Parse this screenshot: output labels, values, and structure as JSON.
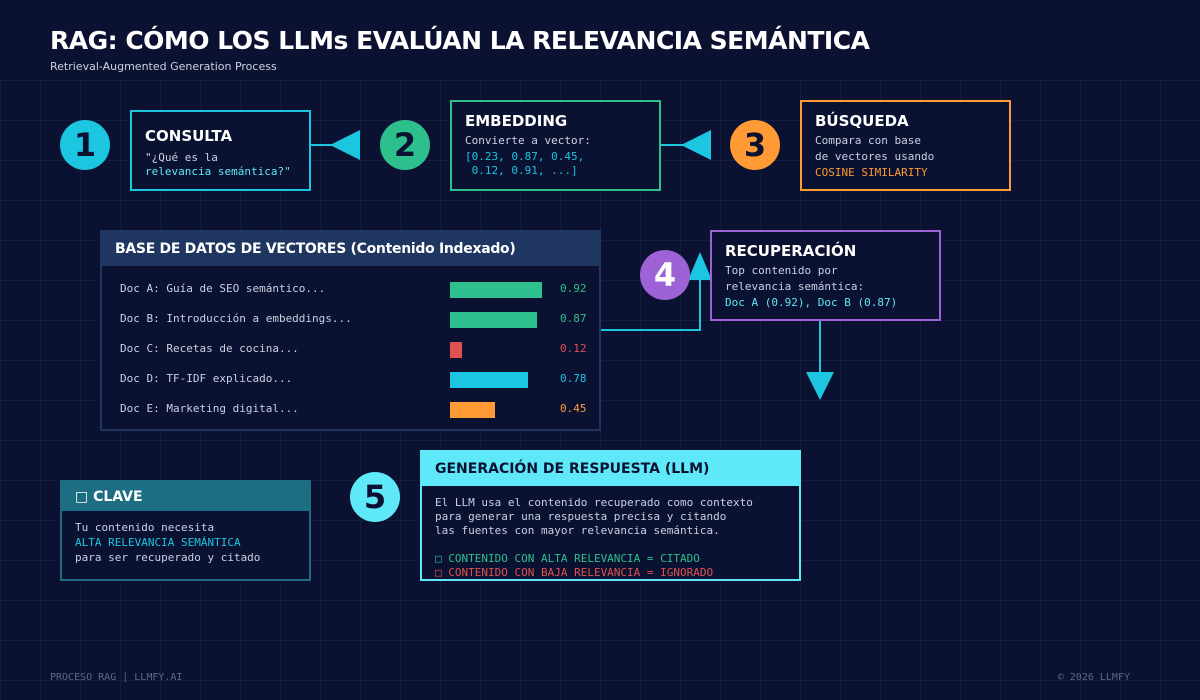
{
  "header": {
    "title": "RAG: CÓMO LOS LLMs EVALÚAN LA RELEVANCIA SEMÁNTICA",
    "subtitle": "Retrieval-Augmented Generation Process"
  },
  "colors": {
    "cyan": "#1cc5e0",
    "green": "#2dc08d",
    "orange": "#ff9a35",
    "purple": "#9d63d6",
    "red": "#e05252",
    "light_cyan": "#5fe8f8",
    "teal_header": "#1d6e82",
    "navy_header": "#1f3660"
  },
  "steps": {
    "consulta": {
      "number": "1",
      "title": "CONSULTA",
      "line1": "\"¿Qué es la",
      "line2": "relevancia semántica?\""
    },
    "embedding": {
      "number": "2",
      "title": "EMBEDDING",
      "line1": "Convierte a vector:",
      "line2": "[0.23, 0.87, 0.45,",
      "line3": " 0.12, 0.91, ...]"
    },
    "busqueda": {
      "number": "3",
      "title": "BÚSQUEDA",
      "line1": "Compara con base",
      "line2": "de vectores usando",
      "line3": "COSINE SIMILARITY"
    },
    "recuperacion": {
      "number": "4",
      "title": "RECUPERACIÓN",
      "line1": "Top contenido por",
      "line2": "relevancia semántica:",
      "line3": "Doc A (0.92), Doc B (0.87)"
    },
    "generacion": {
      "number": "5",
      "title": "GENERACIÓN DE RESPUESTA (LLM)",
      "line1": "El LLM usa el contenido recuperado como contexto",
      "line2": "para generar una respuesta precisa y citando",
      "line3": "las fuentes con mayor relevancia semántica.",
      "high": "□ CONTENIDO CON ALTA RELEVANCIA = CITADO",
      "low": "□ CONTENIDO CON BAJA RELEVANCIA = IGNORADO"
    }
  },
  "database": {
    "title": "BASE DE DATOS DE VECTORES (Contenido Indexado)",
    "rows": [
      {
        "label": "Doc A: Guía de SEO semántico...",
        "score": 0.92,
        "score_text": "0.92",
        "color": "#2dc08d"
      },
      {
        "label": "Doc B: Introducción a embeddings...",
        "score": 0.87,
        "score_text": "0.87",
        "color": "#2dc08d"
      },
      {
        "label": "Doc C: Recetas de cocina...",
        "score": 0.12,
        "score_text": "0.12",
        "color": "#e05252"
      },
      {
        "label": "Doc D: TF-IDF explicado...",
        "score": 0.78,
        "score_text": "0.78",
        "color": "#1cc5e0"
      },
      {
        "label": "Doc E: Marketing digital...",
        "score": 0.45,
        "score_text": "0.45",
        "color": "#ff9a35"
      }
    ]
  },
  "clave": {
    "title": "□ CLAVE",
    "line1": "Tu contenido necesita",
    "line2": "ALTA RELEVANCIA SEMÁNTICA",
    "line3": "para ser recuperado y citado"
  },
  "footer": {
    "left": "PROCESO RAG | LLMFY.AI",
    "right": "© 2026 LLMFY"
  }
}
